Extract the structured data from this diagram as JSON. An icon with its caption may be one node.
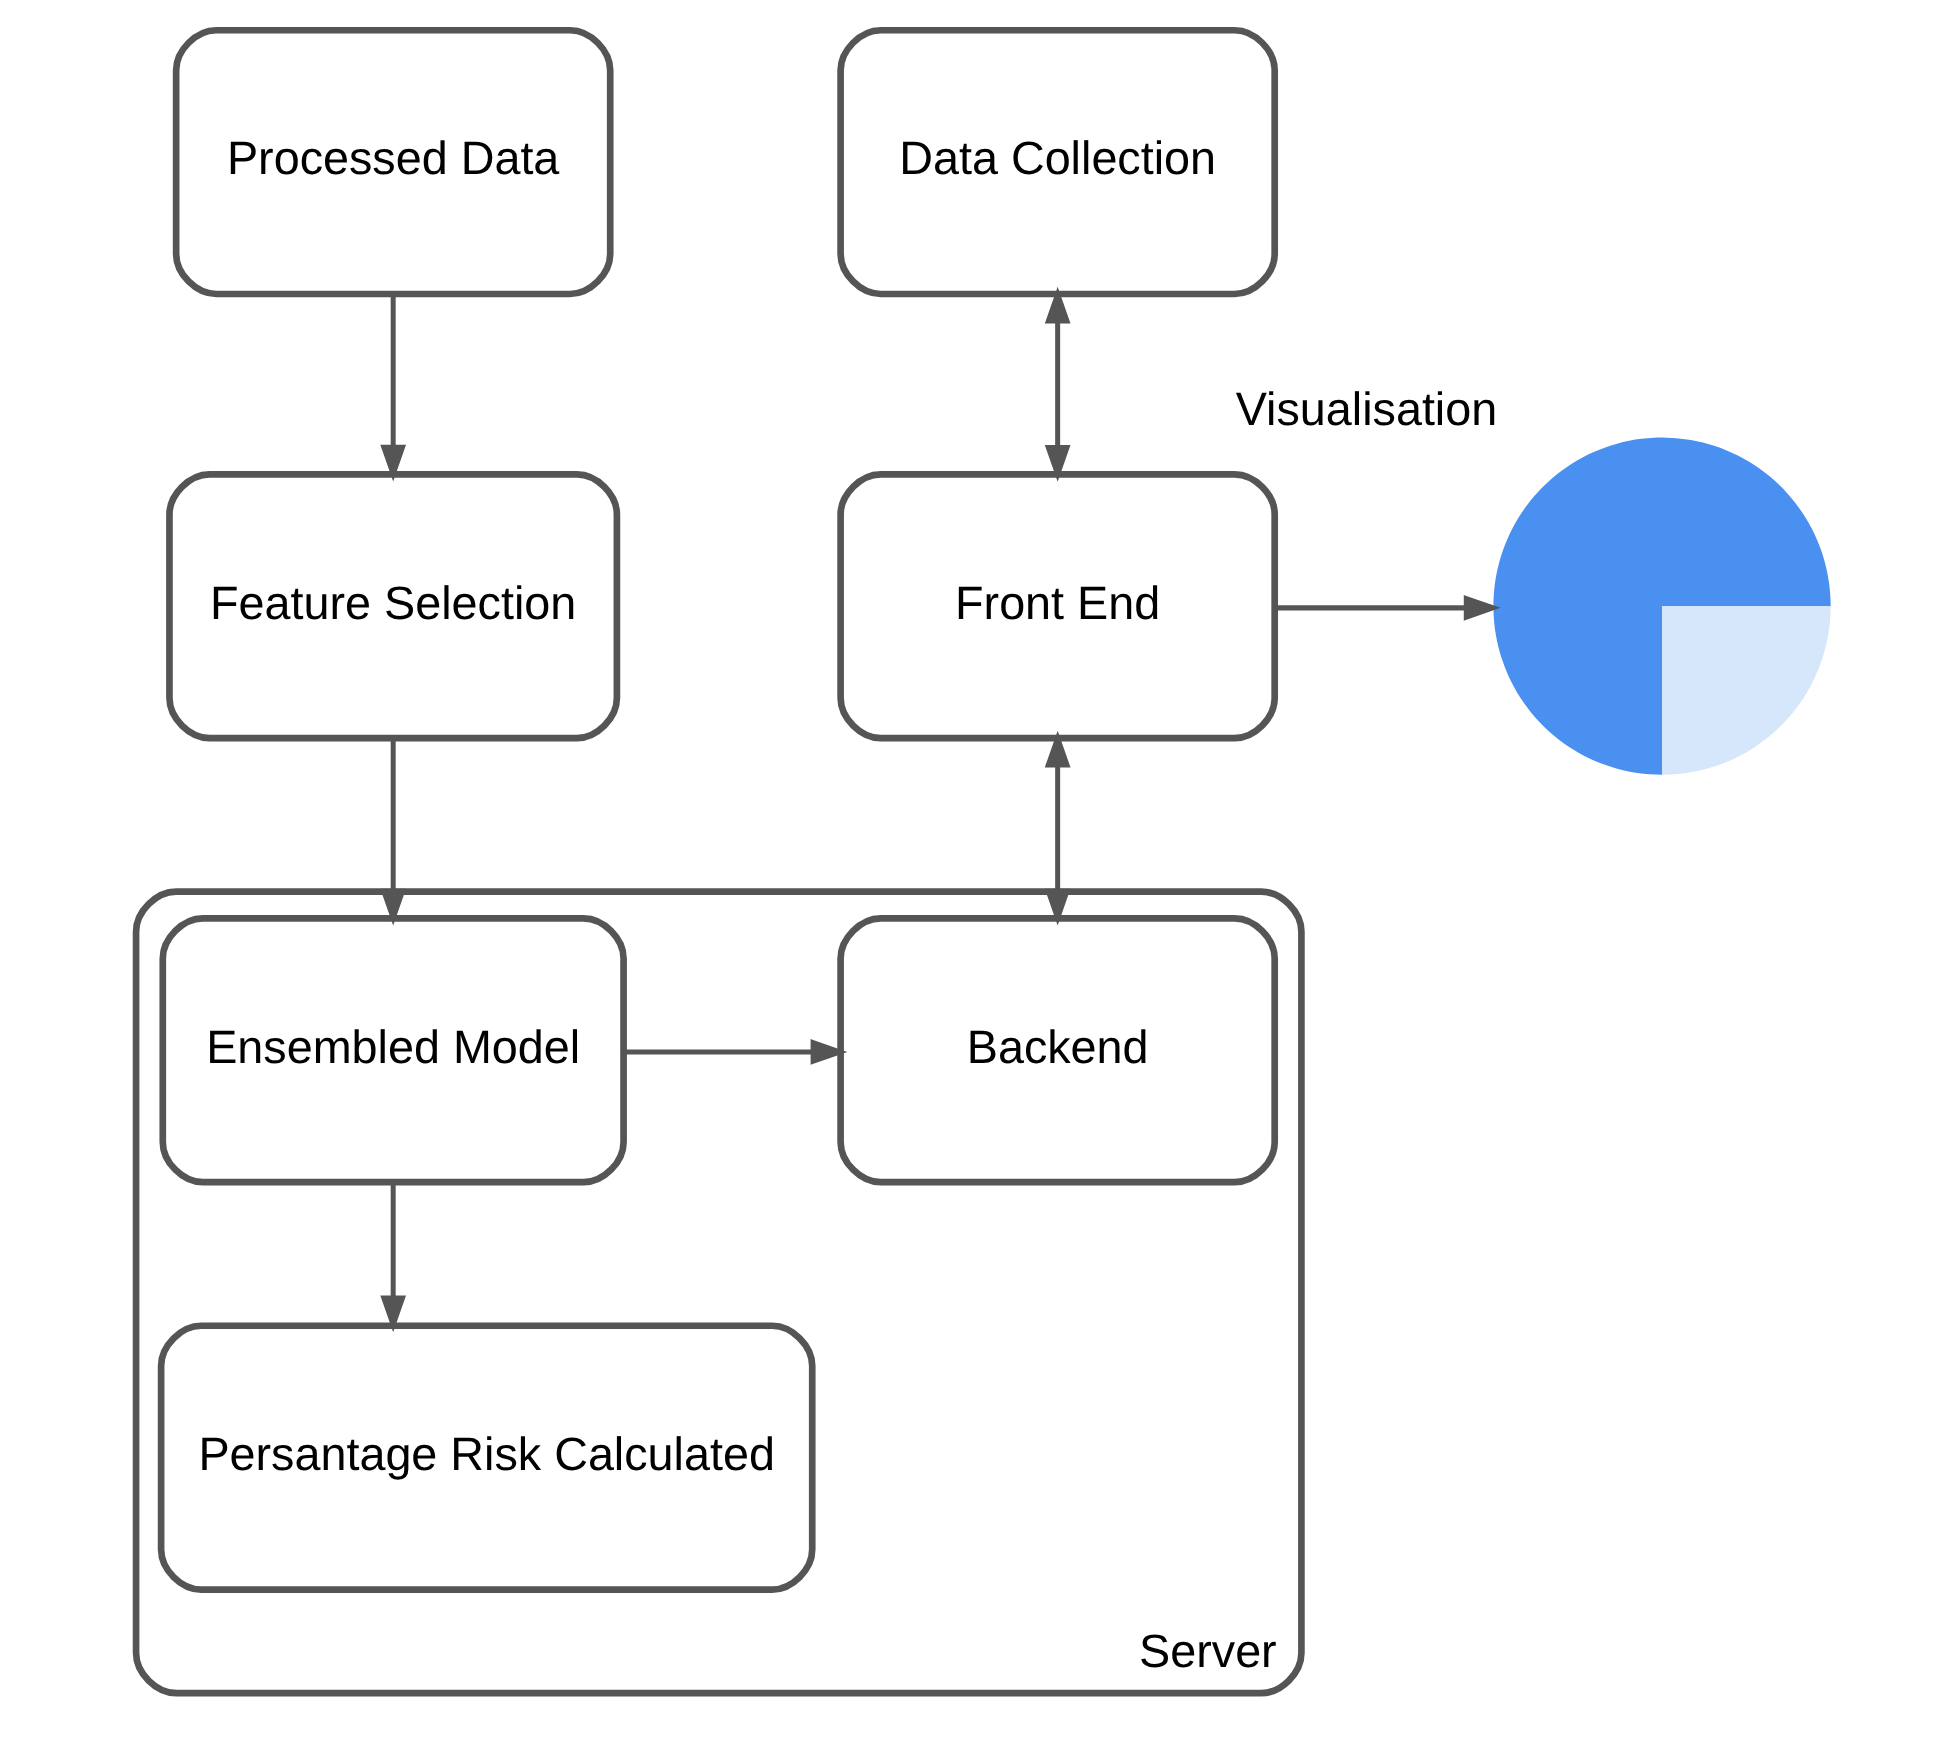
{
  "diagram": {
    "nodes": [
      {
        "text": [
          "Processed Data"
        ]
      },
      {
        "text": [
          "Data Collection"
        ]
      },
      {
        "text": [
          "Feature Selection"
        ]
      },
      {
        "text": [
          "Front End"
        ]
      },
      {
        "text": [
          "Visualisation"
        ]
      },
      {
        "text": [
          "Server"
        ]
      },
      {
        "text": [
          "Ensembled Model"
        ],
        "in": 5
      },
      {
        "text": [
          "Backend"
        ],
        "in": 5
      },
      {
        "text": [
          "Persantage Risk Calculated"
        ],
        "in": 5
      }
    ],
    "edges": [
      {
        "from": 0,
        "to": 2,
        "arrow": "to"
      },
      {
        "from": 3,
        "to": 1,
        "arrow": "both"
      },
      {
        "from": 2,
        "to": 6,
        "arrow": "to"
      },
      {
        "from": 3,
        "to": 4,
        "arrow": "to"
      },
      {
        "from": 3,
        "to": 7,
        "arrow": "both"
      },
      {
        "from": 6,
        "to": 8,
        "arrow": "to"
      },
      {
        "from": 6,
        "to": 7,
        "arrow": "to"
      }
    ]
  }
}
